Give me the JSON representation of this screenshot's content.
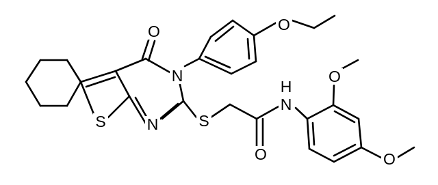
{
  "colors": {
    "background": "#ffffff",
    "ink": "#000000"
  },
  "atoms": {
    "O": "O",
    "N": "N",
    "S": "S",
    "H": "H"
  }
}
